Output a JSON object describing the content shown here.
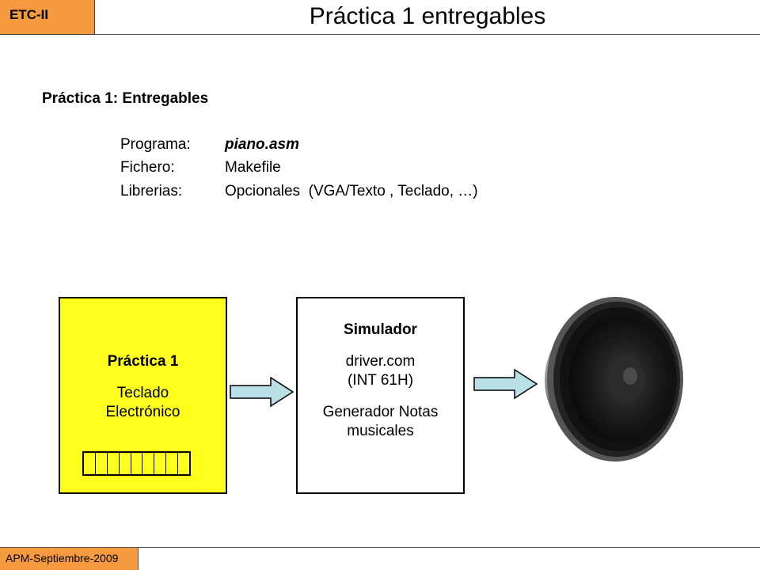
{
  "header": {
    "badge": "ETC-II",
    "title": "Práctica 1 entregables"
  },
  "content": {
    "heading": "Práctica 1: Entregables",
    "rows": [
      {
        "label": "Programa:",
        "value": "piano.asm"
      },
      {
        "label": "Fichero:",
        "value": "Makefile"
      },
      {
        "label": "Librerias:",
        "value": "Opcionales  (VGA/Texto , Teclado, …)"
      }
    ]
  },
  "diagram": {
    "practica_box": {
      "title": "Práctica 1",
      "line1": "Teclado",
      "line2": "Electrónico",
      "fill_color": "#ffff1e"
    },
    "simulador_box": {
      "title": "Simulador",
      "line1": "driver.com",
      "line2": "(INT 61H)",
      "line3": "Generador Notas",
      "line4": "musicales"
    },
    "arrow_color": "#b8e0e6",
    "output_icon": "speaker-icon"
  },
  "footer": {
    "text": "APM-Septiembre-2009"
  },
  "colors": {
    "accent": "#f59a3e"
  }
}
